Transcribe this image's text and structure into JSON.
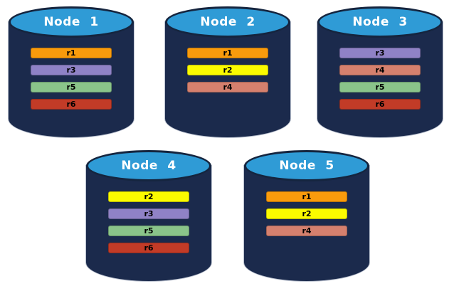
{
  "diagram": {
    "title": "database-node-replica-placement",
    "background_color": "#ffffff",
    "cylinder_style": {
      "body_color": "#1B2A4C",
      "top_color": "#2F9BD6",
      "outline_color": "#15253F",
      "title_color": "#ffffff"
    },
    "replica_colors": {
      "r1": "#F99B0C",
      "r2": "#FBFB00",
      "r3": "#8F82C6",
      "r4": "#D5806E",
      "r5": "#8AC48A",
      "r6": "#C23B27"
    },
    "nodes": [
      {
        "label": "Node 1",
        "replicas": [
          "r1",
          "r3",
          "r5",
          "r6"
        ]
      },
      {
        "label": "Node 2",
        "replicas": [
          "r1",
          "r2",
          "r4"
        ]
      },
      {
        "label": "Node 3",
        "replicas": [
          "r3",
          "r4",
          "r5",
          "r6"
        ]
      },
      {
        "label": "Node 4",
        "replicas": [
          "r2",
          "r3",
          "r5",
          "r6"
        ]
      },
      {
        "label": "Node 5",
        "replicas": [
          "r1",
          "r2",
          "r4"
        ]
      }
    ]
  }
}
